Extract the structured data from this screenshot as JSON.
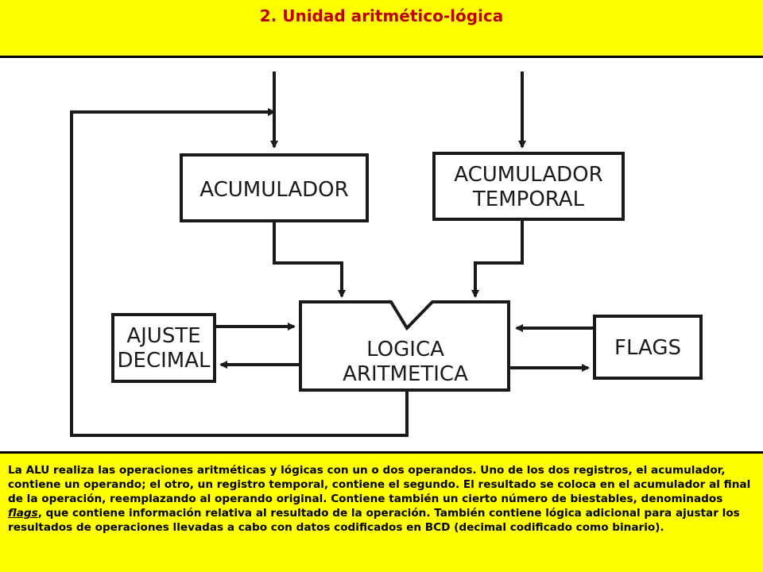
{
  "header": {
    "title": "2. Unidad aritmético-lógica"
  },
  "diagram": {
    "blocks": {
      "acumulador": "ACUMULADOR",
      "acumulador_temporal_line1": "ACUMULADOR",
      "acumulador_temporal_line2": "TEMPORAL",
      "ajuste_line1": "AJUSTE",
      "ajuste_line2": "DECIMAL",
      "logica_line1": "LOGICA",
      "logica_line2": "ARITMETICA",
      "flags": "FLAGS"
    }
  },
  "caption": {
    "text_before": "La ALU realiza las operaciones aritméticas y lógicas con un o dos operandos. Uno de los dos registros, el acumulador, contiene un operando; el otro, un registro temporal, contiene el segundo. El resultado se coloca en el acumulador al final de la operación, reemplazando al operando original. Contiene también un cierto número de biestables, denominados ",
    "flags_word": "flags",
    "text_after": ", que contiene información relativa al resultado de la operación. También contiene lógica adicional para ajustar los resultados de operaciones llevadas a cabo con datos codificados en BCD (decimal codificado como binario)."
  },
  "colors": {
    "header_background": "#ffff00",
    "title_color": "#c00000",
    "diagram_stroke": "#1a1a1a"
  }
}
